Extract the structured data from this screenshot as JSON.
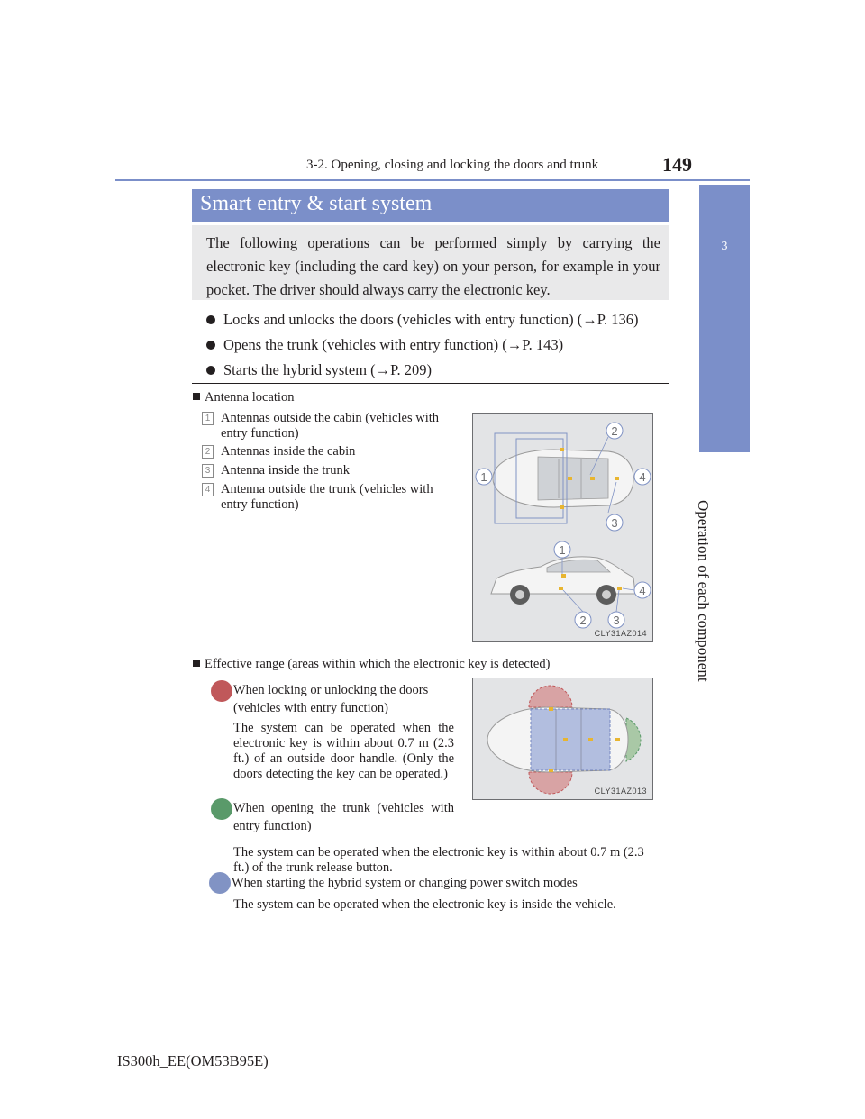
{
  "header": {
    "section": "3-2. Opening, closing and locking the doors and trunk",
    "page_number": "149",
    "chapter_number": "3",
    "chapter_label": "Operation of each component"
  },
  "title": "Smart entry & start system",
  "intro": "The following operations can be performed simply by carrying the electronic key (including the card key) on your person, for example in your pocket. The driver should always carry the electronic key.",
  "bullets": [
    "Locks and unlocks the doors (vehicles with entry function) (→P. 136)",
    "Opens the trunk (vehicles with entry function) (→P. 143)",
    "Starts the hybrid system (→P. 209)"
  ],
  "antenna": {
    "heading": "Antenna location",
    "items": [
      {
        "num": "1",
        "text": "Antennas outside the cabin (vehicles with entry function)"
      },
      {
        "num": "2",
        "text": "Antennas inside the cabin"
      },
      {
        "num": "3",
        "text": "Antenna inside the trunk"
      },
      {
        "num": "4",
        "text": "Antenna outside the trunk (vehicles with entry function)"
      }
    ],
    "figure_code": "CLY31AZ014",
    "callouts": [
      "1",
      "2",
      "3",
      "4",
      "1",
      "2",
      "3",
      "4"
    ]
  },
  "range": {
    "heading": "Effective range (areas within which the electronic key is detected)",
    "items": [
      {
        "color": "#c0585a",
        "title": "When locking or unlocking the doors (vehicles with entry function)",
        "text": "The system can be operated when the electronic key is within about 0.7 m (2.3 ft.) of an outside door handle. (Only the doors detecting the key can be operated.)"
      },
      {
        "color": "#5a9a6a",
        "title": "When opening the trunk (vehicles with entry function)",
        "text": "The system can be operated when the electronic key is within about 0.7 m (2.3 ft.) of the trunk release button."
      },
      {
        "color": "#8193c4",
        "title": "When starting the hybrid system or changing power switch modes",
        "text": "The system can be operated when the electronic key is inside the vehicle."
      }
    ],
    "figure_code": "CLY31AZ013"
  },
  "footer": "IS300h_EE(OM53B95E)"
}
